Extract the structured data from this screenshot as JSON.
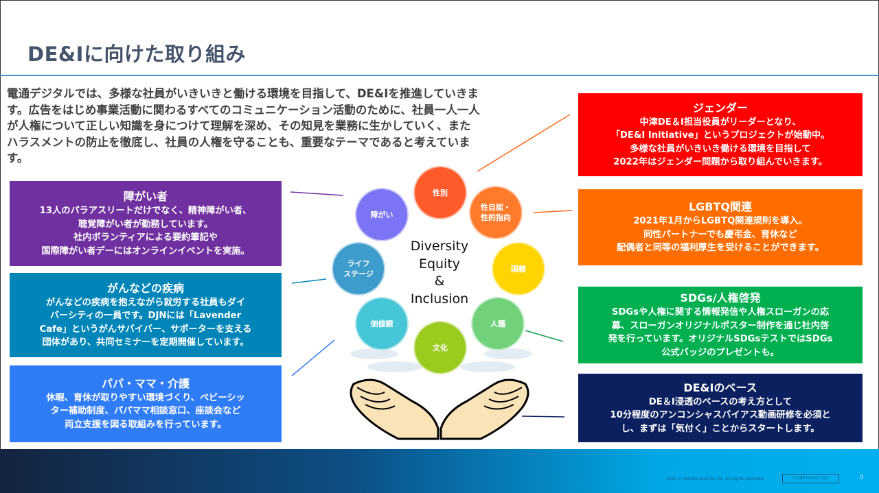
{
  "header": {
    "title": "DE&Iに向けた取り組み"
  },
  "intro": "電通デジタルでは、多様な社員がいきいきと働ける環境を目指して、DE&Iを推進していきます。広告をはじめ事業活動に関わるすべてのコミュニケーション活動のために、社員一人一人が人権について正しい知識を身につけて理解を深め、その知見を業務に生かしていく、またハラスメントの防止を徹底し、社員の人権を守ることも、重要なテーマであると考えています。",
  "left_boxes": [
    {
      "title": "障がい者",
      "body": "13人のパラアスリートだけでなく、精神障がい者、\n聴覚障がい者が勤務しています。\n社内ボランティアによる要約筆記や\n国際障がい者デーにはオンラインイベントを実施。",
      "color": "#7030a0"
    },
    {
      "title": "がんなどの疾病",
      "body": "がんなどの疾病を抱えながら就労する社員もダイ\nバーシティの一員です。DJNには「Lavender\nCafe」というがんサバイバー、サポーターを支える\n団体があり、共同セミナーを定期開催しています。",
      "color": "#0085b8"
    },
    {
      "title": "パパ・ママ・介護",
      "body": "休暇、育休が取りやすい環境づくり、ベビーシッ\nター補助制度、パパママ相談窓口、座談会など\n両立支援を図る取組みを行っています。",
      "color": "#2f7cf6"
    }
  ],
  "right_boxes": [
    {
      "title": "ジェンダー",
      "body": "中津DE＆I担当役員がリーダーとなり、\n「DE&I Initiative」というプロジェクトが始動中。\n多様な社員がいきいき働ける環境を目指して\n2022年はジェンダー問題から取り組んでいきます。",
      "color": "#ff0000"
    },
    {
      "title": "LGBTQ関連",
      "body": "2021年1月からLGBTQ関連規則を導入。\n同性パートナーでも慶弔金、育休など\n配偶者と同等の福利厚生を受けることができます。",
      "color": "#ff6d00"
    },
    {
      "title": "SDGs/人権啓発",
      "body": "SDGsや人権に関する情報発信や人権スローガンの応\n募、スローガンオリジナルポスター制作を通じ社内啓\n発を行っています。オリジナルSDGsテストではSDGs\n公式バッジのプレゼントも。",
      "color": "#00b050"
    },
    {
      "title": "DE&Iのベース",
      "body": "DE＆I浸透のベースの考え方として\n10分程度のアンコンシャスバイアス動画研修を必須と\nし、まずは「気付く」ことからスタートします。",
      "color": "#0c2060"
    }
  ],
  "diagram": {
    "center": "Diversity\nEquity\n&\nInclusion",
    "circles": [
      {
        "label": "性別",
        "color": "#ff5a2a"
      },
      {
        "label": "性自認・\n性的指向",
        "color": "#ff7a2a"
      },
      {
        "label": "国籍",
        "color": "#ffd400"
      },
      {
        "label": "人種",
        "color": "#72d27c"
      },
      {
        "label": "文化",
        "color": "#9acb1e"
      },
      {
        "label": "価値観",
        "color": "#46c6d6"
      },
      {
        "label": "ライフ\nステージ",
        "color": "#3d9ccc"
      },
      {
        "label": "障がい",
        "color": "#7b74f5"
      }
    ]
  },
  "footer": {
    "copyright": "2021 © Dentsu DIGITAL Inc. All rights reserved.",
    "confidential": "CONFIDENTIAL",
    "page": "0"
  }
}
